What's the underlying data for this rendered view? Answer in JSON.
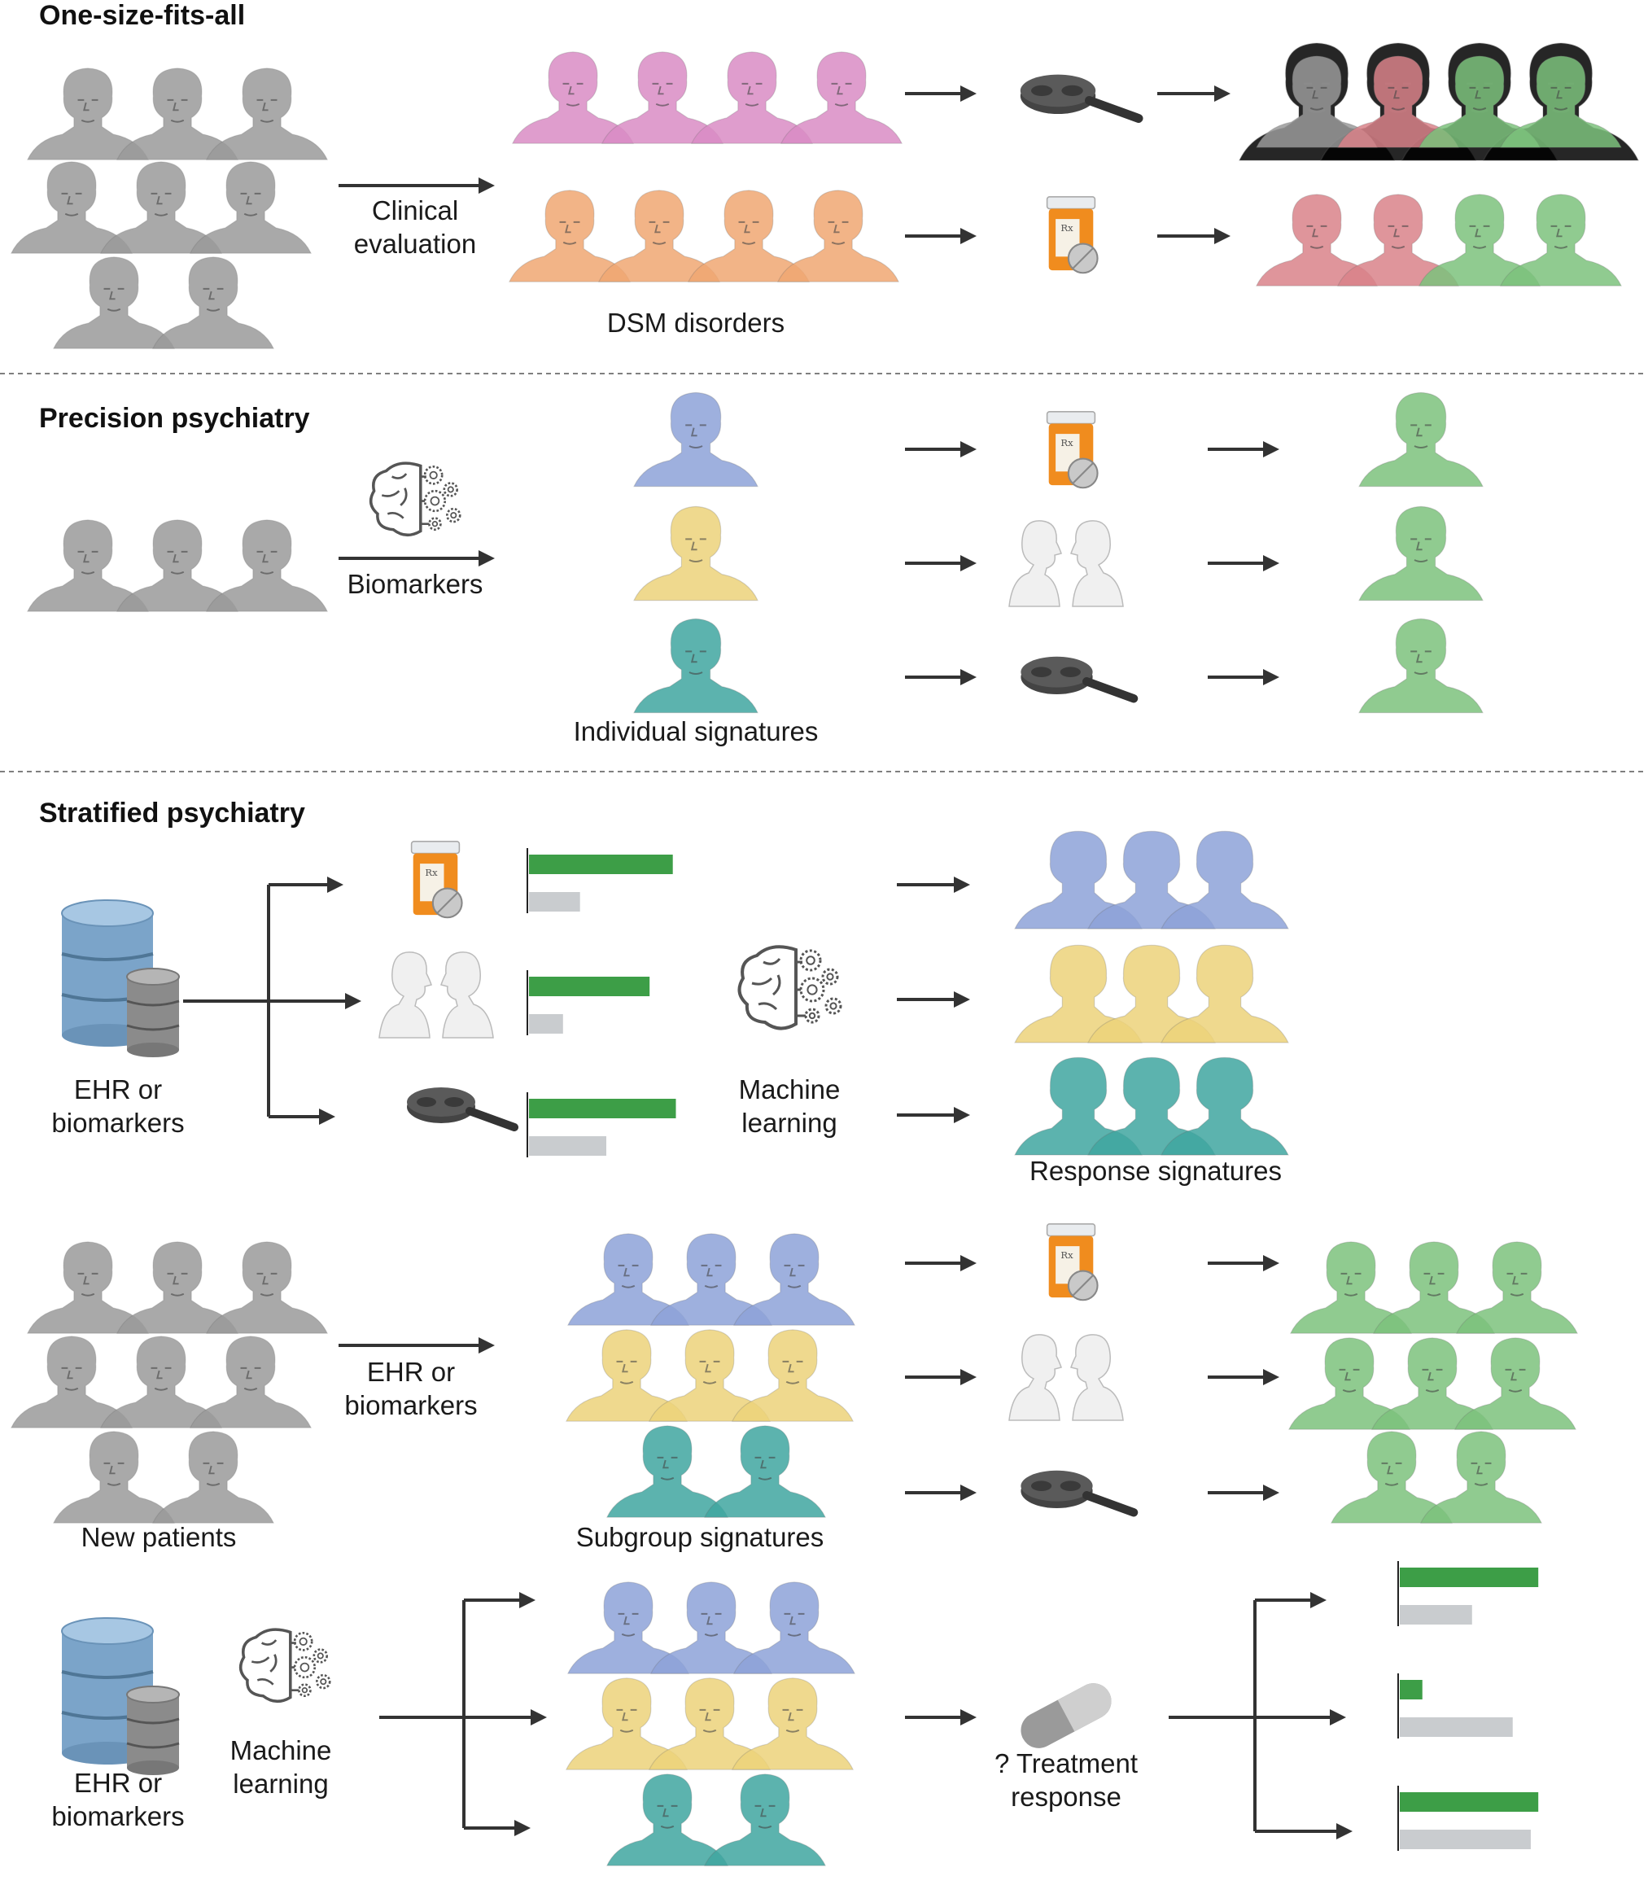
{
  "sections": {
    "one_size": {
      "title": "One-size-fits-all",
      "arrow_label": "Clinical\nevaluation",
      "group_label": "DSM disorders"
    },
    "precision": {
      "title": "Precision psychiatry",
      "arrow_label": "Biomarkers",
      "group_label": "Individual signatures"
    },
    "stratified": {
      "title": "Stratified psychiatry",
      "source_label": "EHR or\nbiomarkers",
      "ml_label": "Machine\nlearning",
      "response_label": "Response signatures",
      "new_patients_label": "New patients",
      "arrow_label": "EHR or\nbiomarkers",
      "subgroup_label": "Subgroup signatures",
      "source_label_2": "EHR or\nbiomarkers",
      "ml_label_2": "Machine\nlearning",
      "treatment_label": "? Treatment\nresponse"
    }
  },
  "colors": {
    "gray": "#9a9a9a",
    "pink": "#d98cc4",
    "orange": "#f0a772",
    "green": "#7cc27c",
    "red": "#d9838a",
    "blue": "#8da2d8",
    "yellow": "#ecd27a",
    "teal": "#3fa6a0",
    "bar_green": "#3d9e47",
    "bar_gray": "#c9cccf",
    "pill_orange": "#f08c1e",
    "arrow": "#333333"
  },
  "icons": [
    "person-icon",
    "tms-coil-icon",
    "pill-bottle-icon",
    "therapy-icon",
    "brain-gears-icon",
    "database-icon",
    "capsule-icon",
    "arrow-icon"
  ],
  "bars_top": [
    {
      "treatment": "medication",
      "response": 0.93,
      "nonresponse": 0.33
    },
    {
      "treatment": "therapy",
      "response": 0.78,
      "nonresponse": 0.22
    },
    {
      "treatment": "stimulation",
      "response": 0.95,
      "nonresponse": 0.5
    }
  ],
  "bars_bottom": [
    {
      "response": 0.92,
      "nonresponse": 0.48
    },
    {
      "response": 0.15,
      "nonresponse": 0.75
    },
    {
      "response": 0.92,
      "nonresponse": 0.87
    }
  ]
}
